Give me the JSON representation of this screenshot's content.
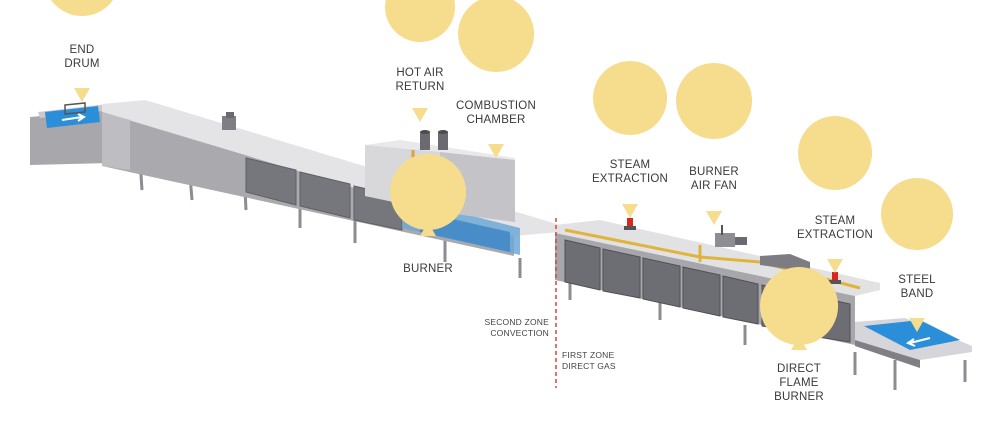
{
  "colors": {
    "callout_fill": "#f6dd8e",
    "oven_top": "#e6e6e8",
    "oven_side": "#b9b9bd",
    "oven_dark": "#8a8a90",
    "panel": "#6f7076",
    "band_blue": "#2a8fd8",
    "zone_line": "#d9473a",
    "burner_red": "#d8281e"
  },
  "callouts": {
    "end_drum": [
      "END",
      "DRUM"
    ],
    "hot_air_return": [
      "HOT AIR",
      "RETURN"
    ],
    "combustion_chamber": [
      "COMBUSTION",
      "CHAMBER"
    ],
    "burner": [
      "BURNER"
    ],
    "steam_extraction_1": [
      "STEAM",
      "EXTRACTION"
    ],
    "burner_air_fan": [
      "BURNER",
      "AIR FAN"
    ],
    "steam_extraction_2": [
      "STEAM",
      "EXTRACTION"
    ],
    "steel_band": [
      "STEEL",
      "BAND"
    ],
    "direct_flame_burner": [
      "DIRECT",
      "FLAME",
      "BURNER"
    ]
  },
  "zones": {
    "second": [
      "SECOND ZONE",
      "CONVECTION"
    ],
    "first": [
      "FIRST ZONE",
      "DIRECT GAS"
    ]
  },
  "icons": {
    "band_arrow": "arrow-icon",
    "burner": "burner-icon",
    "fan": "fan-icon"
  }
}
